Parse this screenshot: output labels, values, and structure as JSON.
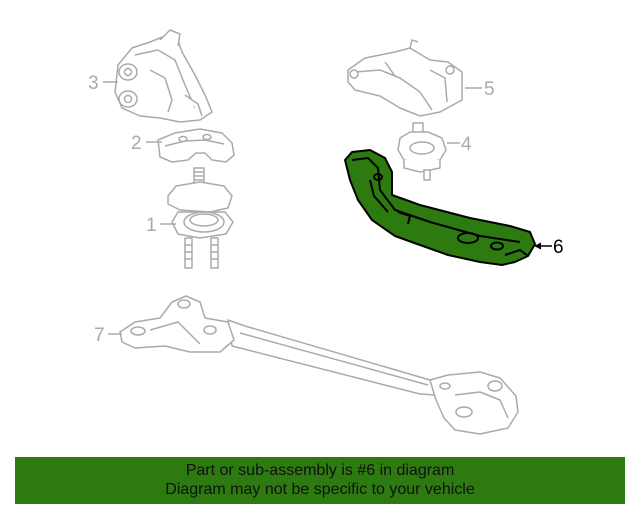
{
  "callouts": {
    "part1": "1",
    "part2": "2",
    "part3": "3",
    "part4": "4",
    "part5": "5",
    "part6": "6",
    "part7": "7"
  },
  "highlight": {
    "part_number": "6",
    "fill_color": "#2d7a10",
    "outline_color": "#000000",
    "other_parts_color": "#aaaaaa"
  },
  "banner": {
    "line1": "Part or sub-assembly is #6 in diagram",
    "line2": "Diagram may not be specific to your vehicle"
  }
}
